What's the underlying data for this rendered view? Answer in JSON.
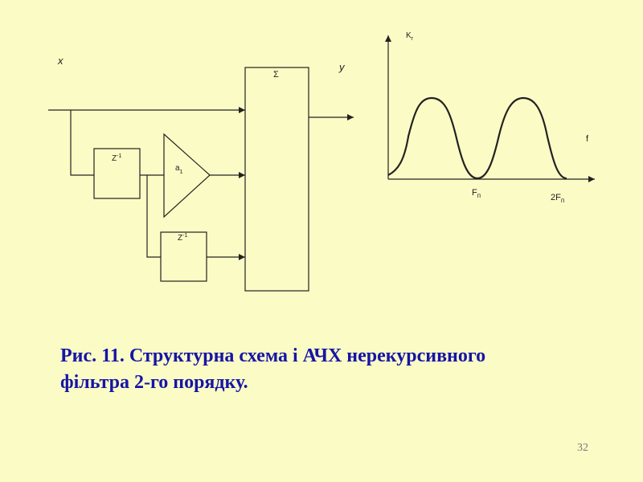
{
  "diagram": {
    "input_label": "x",
    "output_label": "y",
    "sum_label": "Σ",
    "delay1": {
      "base": "Z",
      "exp": "-1"
    },
    "delay2": {
      "base": "Z",
      "exp": "-1"
    },
    "gain": {
      "base": "a",
      "sub": "1"
    }
  },
  "response": {
    "y_axis": {
      "base": "K",
      "sub": "r"
    },
    "x_axis": "f",
    "tick1": {
      "base": "F",
      "sub": "п"
    },
    "tick2": {
      "base": "2F",
      "sub": "п"
    }
  },
  "caption": {
    "line1": "Рис. 11. Структурна схема і АЧХ нерекурсивного",
    "line2": "фільтра 2-го порядку."
  },
  "page_number": "32"
}
